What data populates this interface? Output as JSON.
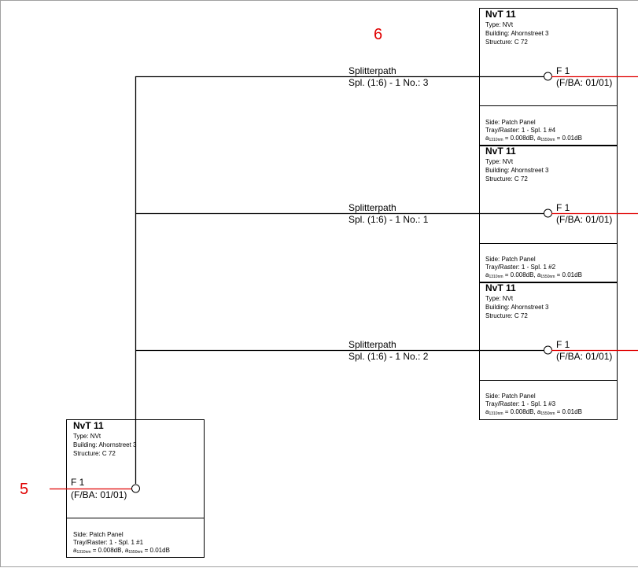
{
  "markers": [
    "5",
    "6"
  ],
  "colors": {
    "line": "#000000",
    "accent": "#e00000",
    "frame": "#a0a0a0"
  },
  "splitter_paths": [
    {
      "title": "Splitterpath",
      "label": "Spl. (1:6) - 1 No.: 3"
    },
    {
      "title": "Splitterpath",
      "label": "Spl. (1:6) - 1 No.: 1"
    },
    {
      "title": "Splitterpath",
      "label": "Spl. (1:6) - 1 No.: 2"
    }
  ],
  "nodes": [
    {
      "title": "NvT 11",
      "type": "Type: NVt",
      "building": "Building: Ahornstreet 3",
      "structure": "Structure: C 72",
      "fiber": "F 1",
      "fiber_ref": "(F/BA: 01/01)",
      "side": "Side: Patch Panel",
      "tray": "Tray/Raster: 1 - Spl. 1 #4",
      "att_a1": "a",
      "att_w1": "1310nm",
      "att_v1": " = 0.008dB, ",
      "att_a2": "a",
      "att_w2": "1550nm",
      "att_v2": " = 0.01dB"
    },
    {
      "title": "NvT 11",
      "type": "Type: NVt",
      "building": "Building: Ahornstreet 3",
      "structure": "Structure: C 72",
      "fiber": "F 1",
      "fiber_ref": "(F/BA: 01/01)",
      "side": "Side: Patch Panel",
      "tray": "Tray/Raster: 1 - Spl. 1 #2",
      "att_a1": "a",
      "att_w1": "1310nm",
      "att_v1": " = 0.008dB, ",
      "att_a2": "a",
      "att_w2": "1550nm",
      "att_v2": " = 0.01dB"
    },
    {
      "title": "NvT 11",
      "type": "Type: NVt",
      "building": "Building: Ahornstreet 3",
      "structure": "Structure: C 72",
      "fiber": "F 1",
      "fiber_ref": "(F/BA: 01/01)",
      "side": "Side: Patch Panel",
      "tray": "Tray/Raster: 1 - Spl. 1 #3",
      "att_a1": "a",
      "att_w1": "1310nm",
      "att_v1": " = 0.008dB, ",
      "att_a2": "a",
      "att_w2": "1550nm",
      "att_v2": " = 0.01dB"
    },
    {
      "title": "NvT 11",
      "type": "Type: NVt",
      "building": "Building: Ahornstreet 3",
      "structure": "Structure: C 72",
      "fiber": "F 1",
      "fiber_ref": "(F/BA: 01/01)",
      "side": "Side: Patch Panel",
      "tray": "Tray/Raster: 1 - Spl. 1 #1",
      "att_a1": "a",
      "att_w1": "1310nm",
      "att_v1": " = 0.008dB, ",
      "att_a2": "a",
      "att_w2": "1550nm",
      "att_v2": " = 0.01dB"
    }
  ]
}
